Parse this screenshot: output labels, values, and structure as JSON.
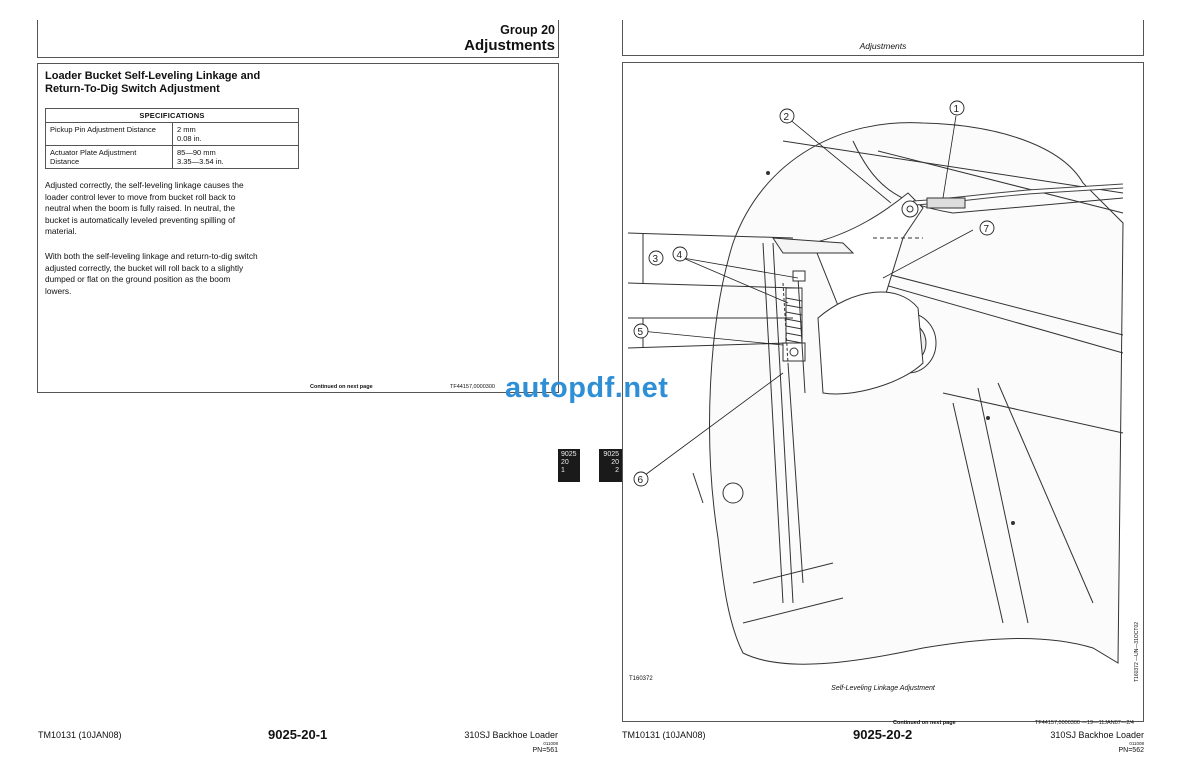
{
  "left_page": {
    "group_label": "Group 20",
    "section_title": "Adjustments",
    "article_title_line1": "Loader Bucket Self-Leveling Linkage and",
    "article_title_line2": "Return-To-Dig Switch Adjustment",
    "spec_table": {
      "header": "SPECIFICATIONS",
      "rows": [
        {
          "label": "Pickup Pin Adjustment Distance",
          "value_line1": "2 mm",
          "value_line2": "0.08 in."
        },
        {
          "label_line1": "Actuator Plate Adjustment",
          "label_line2": "Distance",
          "value_line1": "85—90 mm",
          "value_line2": "3.35—3.54 in."
        }
      ]
    },
    "paragraph1": {
      "l1": "Adjusted correctly, the self-leveling linkage causes the",
      "l2": "loader control lever to move from bucket roll back to",
      "l3": "neutral when the boom is fully raised. In neutral, the",
      "l4": "bucket is automatically leveled preventing spilling of",
      "l5": "material."
    },
    "paragraph2": {
      "l1": "With both the self-leveling linkage and return-to-dig switch",
      "l2": "adjusted correctly, the bucket will roll back to a slightly",
      "l3": "dumped or flat on the ground position as the boom",
      "l4": "lowers."
    },
    "continued": "Continued on next page",
    "doc_code": "TF44157,0000300",
    "footer_manual": "TM10131 (10JAN08)",
    "footer_page": "9025-20-1",
    "footer_model": "310SJ Backhoe Loader",
    "footer_small": "011008",
    "footer_pn": "PN=561",
    "tab": {
      "l1": "9025",
      "l2": "20",
      "l3": "1"
    }
  },
  "right_page": {
    "header_title": "Adjustments",
    "callouts": [
      "1",
      "2",
      "3",
      "4",
      "5",
      "6",
      "7"
    ],
    "image_code": "T160372",
    "image_side_code": "T160372 —UN—31OCT02",
    "caption": "Self-Leveling Linkage Adjustment",
    "continued": "Continued on next page",
    "doc_code": "TF44157,0000300 —19—11JAN07—2/4",
    "footer_manual": "TM10131 (10JAN08)",
    "footer_page": "9025-20-2",
    "footer_model": "310SJ Backhoe Loader",
    "footer_small": "011008",
    "footer_pn": "PN=562",
    "tab": {
      "l1": "9025",
      "l2": "20",
      "l3": "2"
    }
  },
  "watermark": "autopdf.net",
  "colors": {
    "watermark": "#2e8fd6",
    "tab_bg": "#1a1a1a"
  }
}
